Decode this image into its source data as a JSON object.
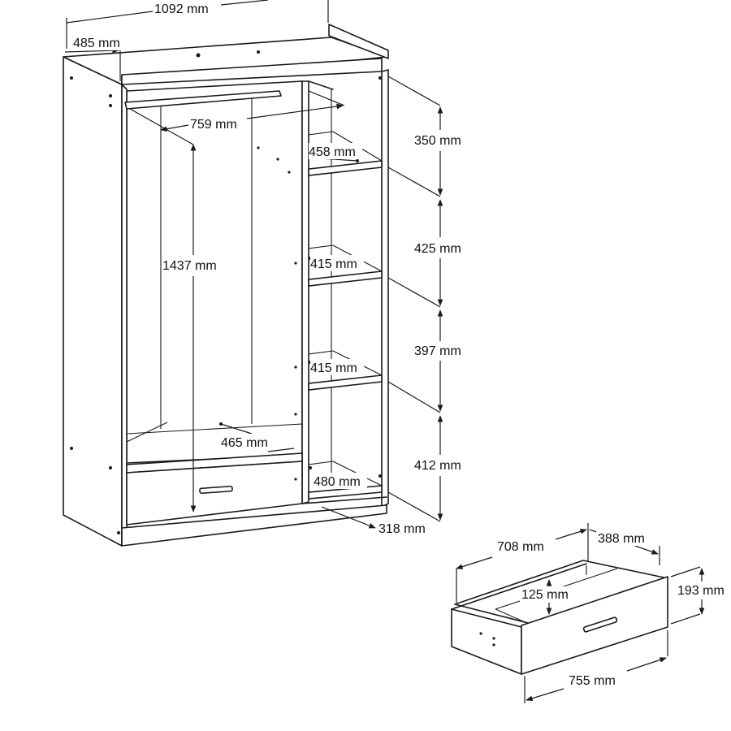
{
  "wardrobe": {
    "overall_width": "1092 mm",
    "overall_depth": "485 mm",
    "rail_width": "759 mm",
    "hanging_height": "1437 mm",
    "bottom_shelf_depth": "465 mm",
    "shelf_1_width": "458 mm",
    "shelf_2_width": "415 mm",
    "shelf_3_width": "415 mm",
    "bottom_compartment_width": "480 mm",
    "plinth_depth": "318 mm",
    "compartment_1_height": "350 mm",
    "compartment_2_height": "425 mm",
    "compartment_3_height": "397 mm",
    "compartment_4_height": "412 mm"
  },
  "drawer": {
    "inner_width": "708 mm",
    "depth": "388 mm",
    "inner_height": "125 mm",
    "front_height": "193 mm",
    "front_width": "755 mm"
  }
}
